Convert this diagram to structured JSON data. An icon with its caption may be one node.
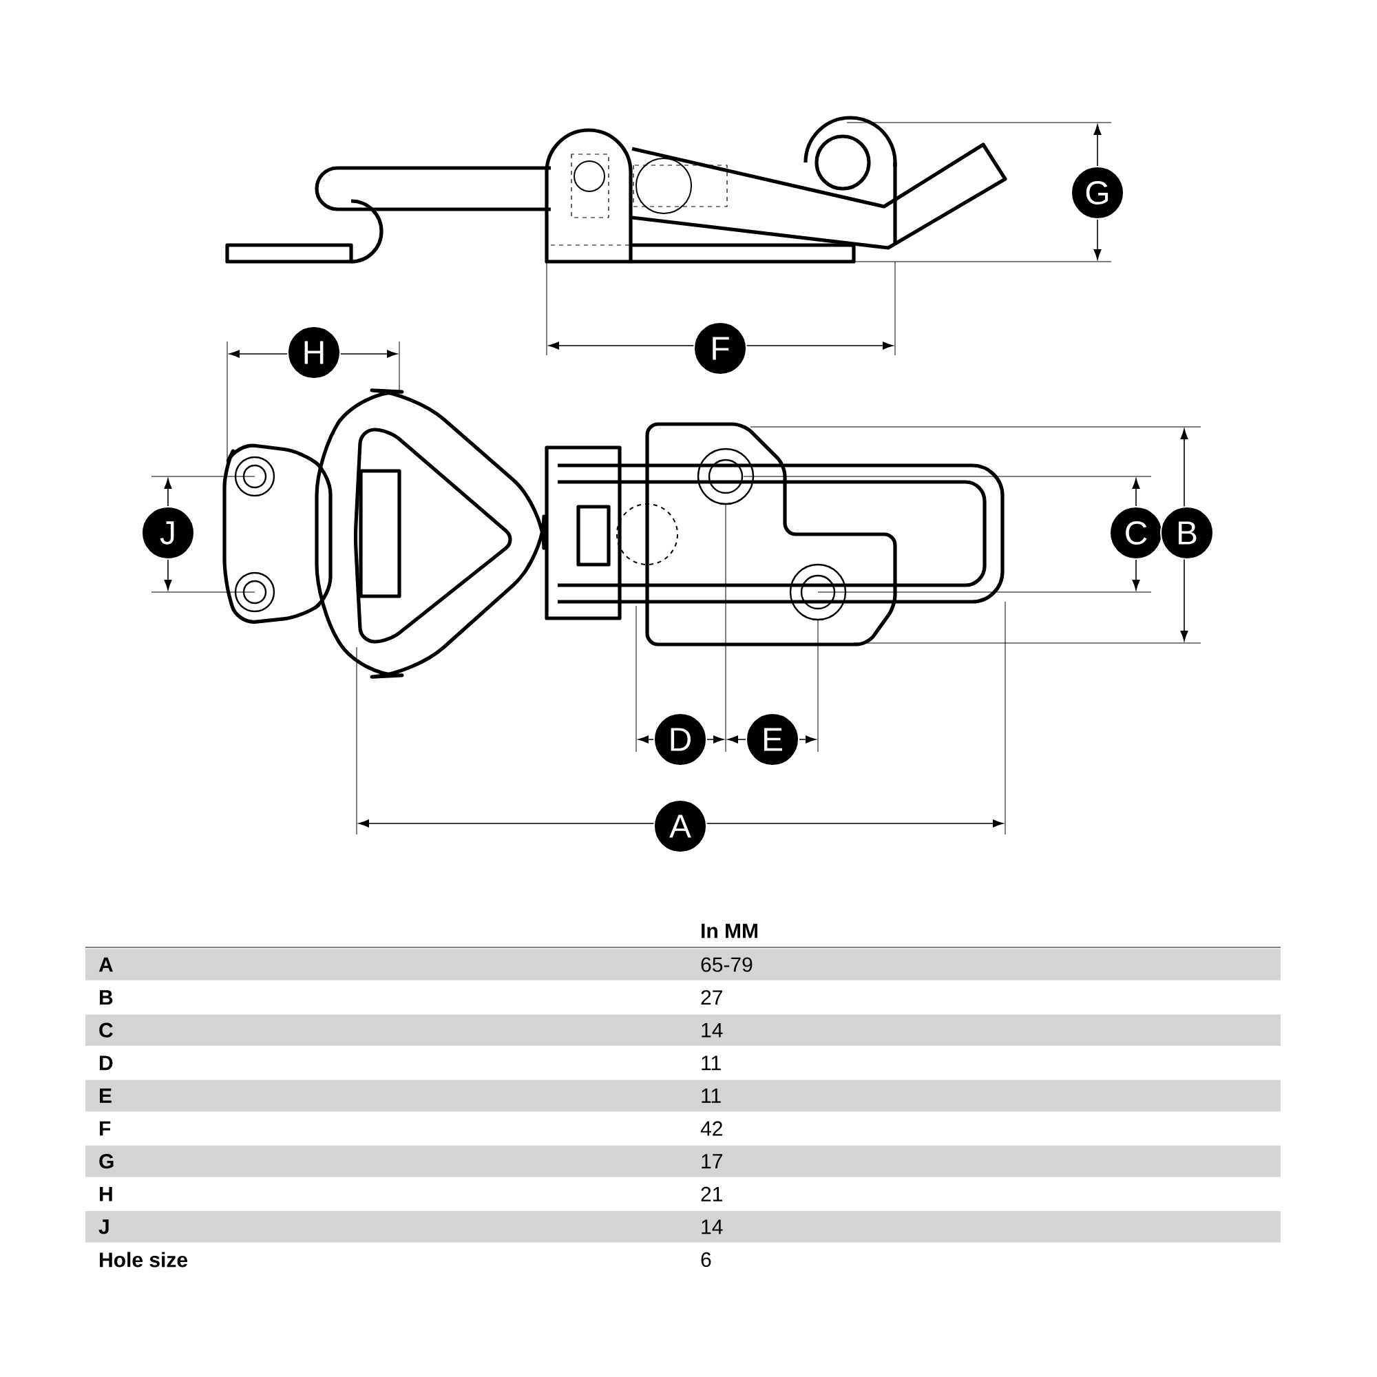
{
  "diagram": {
    "labels": [
      "G",
      "H",
      "F",
      "J",
      "C",
      "B",
      "D",
      "E",
      "A",
      "In MM",
      "A",
      "65-79",
      "B",
      "27",
      "C",
      "14",
      "D",
      "11",
      "E",
      "11",
      "F",
      "42",
      "G",
      "17",
      "H",
      "21",
      "J",
      "14",
      "Hole size",
      "6"
    ]
  }
}
